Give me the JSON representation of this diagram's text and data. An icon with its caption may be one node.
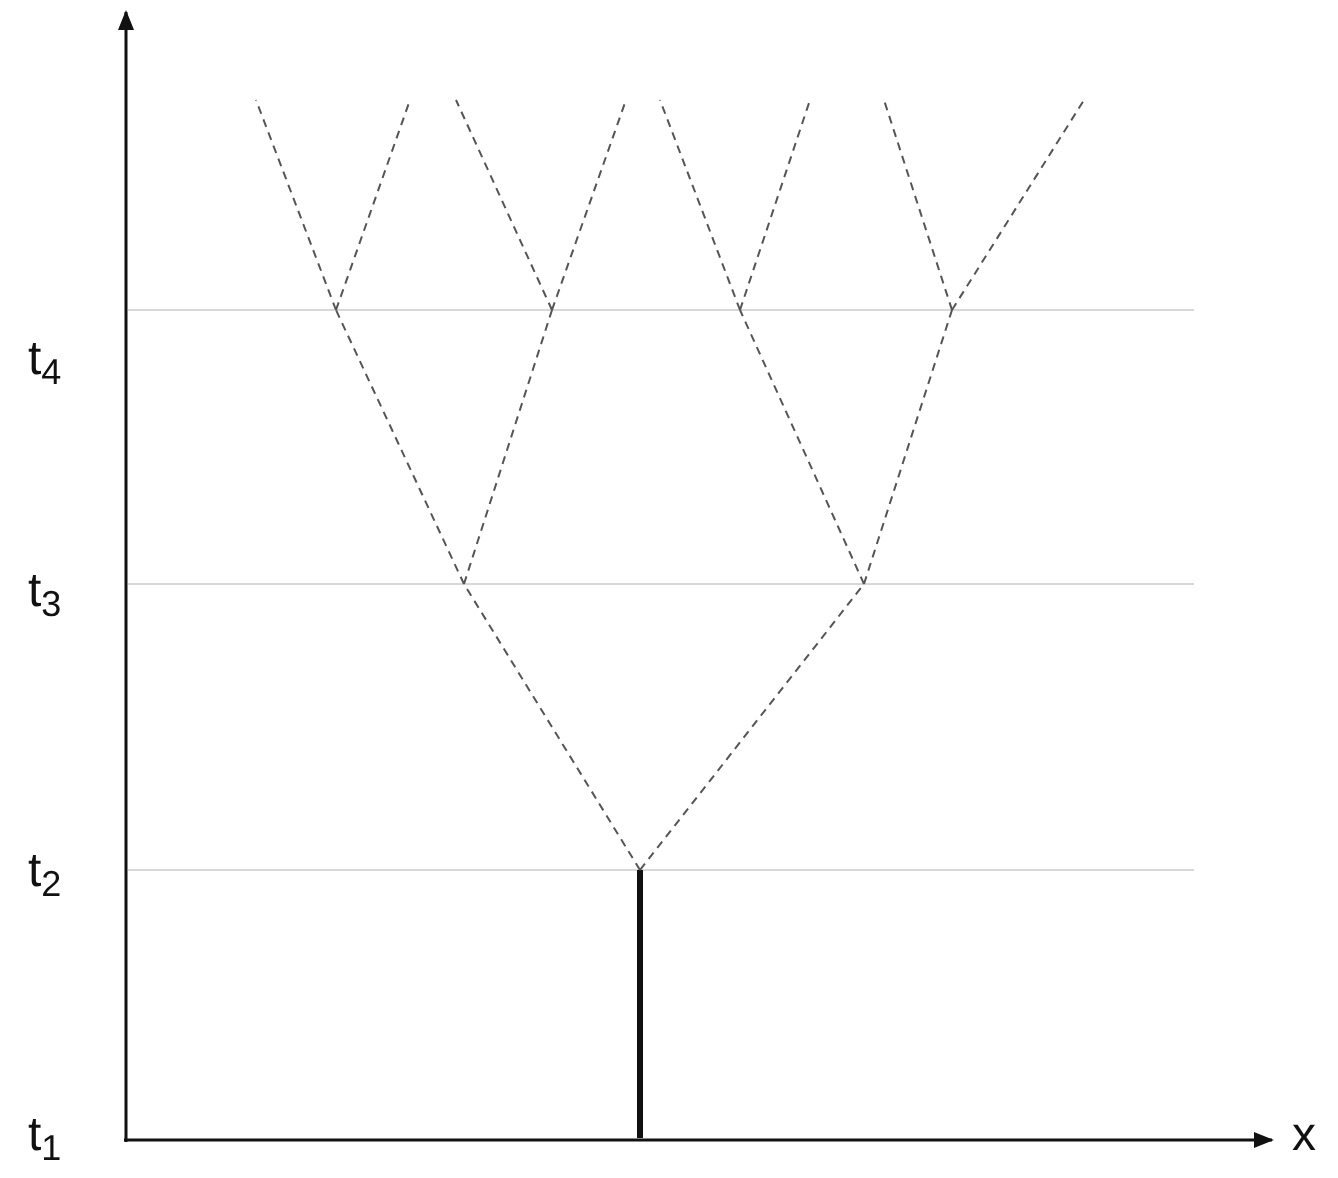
{
  "diagram": {
    "labels": [
      "t$_{4}$",
      "t$_{3}$",
      "t$_{2}$",
      "t$_{1}$",
      "x"
    ]
  }
}
